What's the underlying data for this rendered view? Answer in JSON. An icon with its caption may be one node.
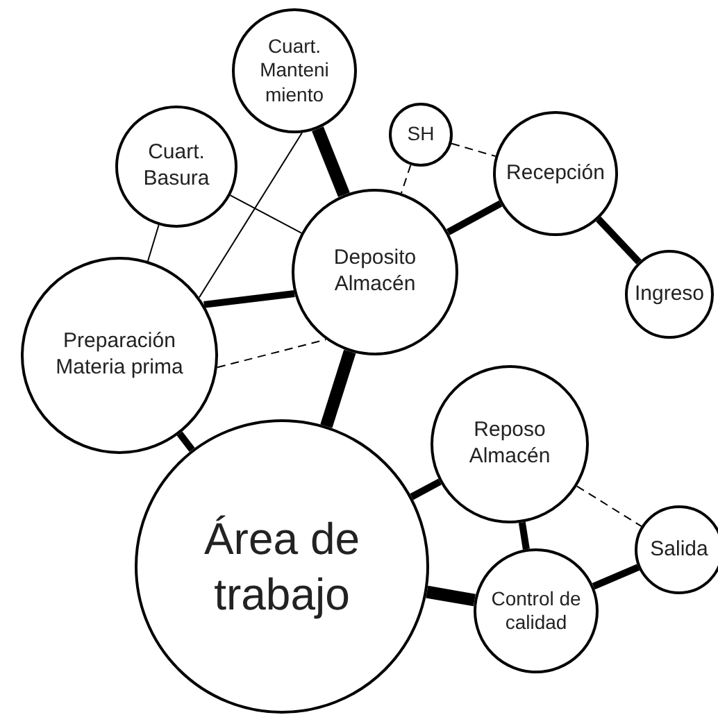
{
  "diagram": {
    "nodes": [
      {
        "text": [
          "Cuart. Manteni miento"
        ]
      },
      {
        "text": [
          "SH"
        ]
      },
      {
        "text": [
          "Recepción"
        ]
      },
      {
        "text": [
          "Cuart. Basura"
        ]
      },
      {
        "text": [
          "Deposito Almacén"
        ]
      },
      {
        "text": [
          "Ingreso"
        ]
      },
      {
        "text": [
          "Preparación Materia prima"
        ]
      },
      {
        "text": [
          "Reposo Almacén"
        ]
      },
      {
        "text": [
          "Salida"
        ]
      },
      {
        "text": [
          "Área de trabajo"
        ]
      },
      {
        "text": [
          "Control de calidad"
        ]
      }
    ],
    "edges": [
      {
        "from": 0,
        "to": 4,
        "arrow": "none",
        "style": "thick"
      },
      {
        "from": 3,
        "to": 4,
        "arrow": "none"
      },
      {
        "from": 0,
        "to": 6,
        "arrow": "none"
      },
      {
        "from": 3,
        "to": 6,
        "arrow": "none"
      },
      {
        "from": 6,
        "to": 4,
        "arrow": "none"
      },
      {
        "from": 1,
        "to": 4,
        "arrow": "none",
        "style": "dashed"
      },
      {
        "from": 1,
        "to": 2,
        "arrow": "none",
        "style": "dashed"
      },
      {
        "from": 4,
        "to": 2,
        "arrow": "none"
      },
      {
        "from": 2,
        "to": 5,
        "arrow": "none"
      },
      {
        "from": 6,
        "to": 4,
        "arrow": "none",
        "style": "dashed"
      },
      {
        "from": 4,
        "to": 9,
        "arrow": "none",
        "style": "thick"
      },
      {
        "from": 6,
        "to": 9,
        "arrow": "none"
      },
      {
        "from": 9,
        "to": 7,
        "arrow": "none"
      },
      {
        "from": 7,
        "to": 8,
        "arrow": "none",
        "style": "dashed"
      },
      {
        "from": 7,
        "to": 10,
        "arrow": "none"
      },
      {
        "from": 9,
        "to": 10,
        "arrow": "none",
        "style": "thick"
      },
      {
        "from": 10,
        "to": 8,
        "arrow": "none"
      }
    ]
  }
}
